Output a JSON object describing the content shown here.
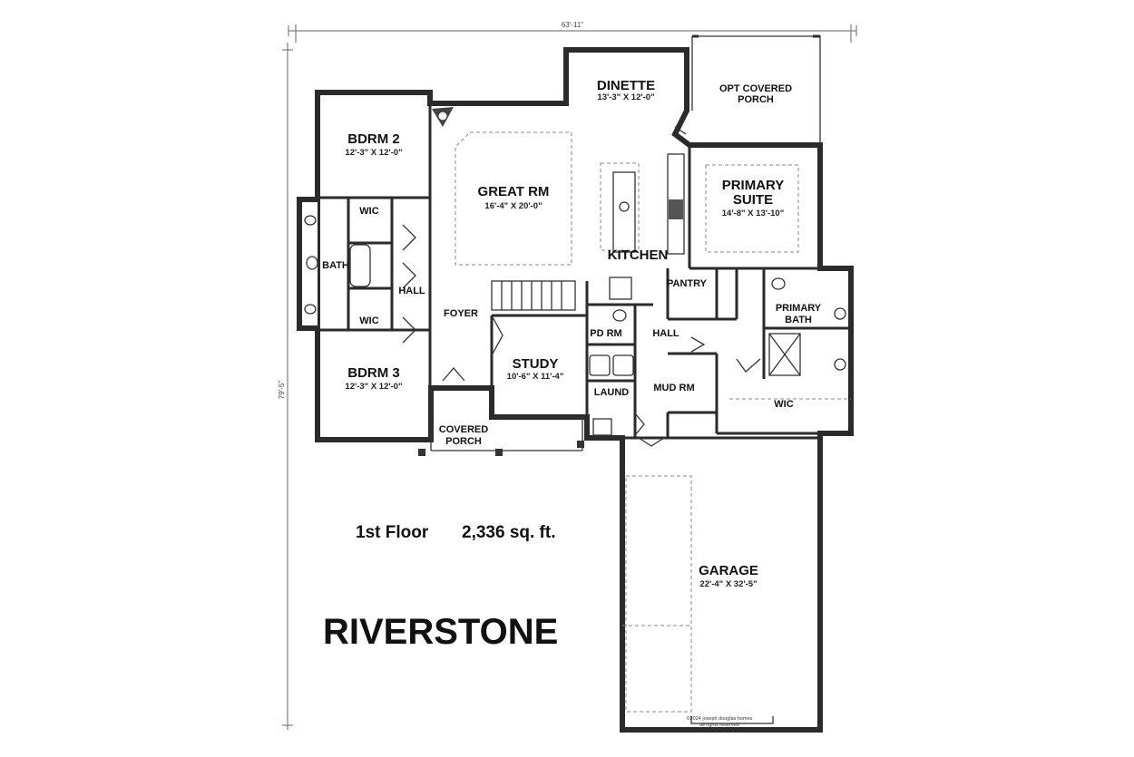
{
  "dimensions": {
    "width_label": "63'-11\"",
    "depth_label": "79'-5\""
  },
  "rooms": {
    "bdrm2": {
      "name": "BDRM 2",
      "size": "12'-3\" X 12'-0\""
    },
    "bdrm3": {
      "name": "BDRM 3",
      "size": "12'-3\" X 12'-0\""
    },
    "wic_upper": {
      "name": "WIC"
    },
    "wic_lower": {
      "name": "WIC"
    },
    "bath": {
      "name": "BATH"
    },
    "hall_left": {
      "name": "HALL"
    },
    "great_rm": {
      "name": "GREAT RM",
      "size": "16'-4\" X 20'-0\""
    },
    "dinette": {
      "name": "DINETTE",
      "size": "13'-3\" X 12'-0\""
    },
    "opt_porch": {
      "line1": "OPT COVERED",
      "line2": "PORCH"
    },
    "primary_suite": {
      "line1": "PRIMARY",
      "line2": "SUITE",
      "size": "14'-8\" X 13'-10\""
    },
    "kitchen": {
      "name": "KITCHEN"
    },
    "foyer": {
      "name": "FOYER"
    },
    "pantry": {
      "name": "PANTRY"
    },
    "primary_bath": {
      "line1": "PRIMARY",
      "line2": "BATH"
    },
    "pd_rm": {
      "name": "PD RM"
    },
    "hall_mid": {
      "name": "HALL"
    },
    "study": {
      "name": "STUDY",
      "size": "10'-6\" X 11'-4\""
    },
    "laund": {
      "name": "LAUND"
    },
    "mud_rm": {
      "name": "MUD RM"
    },
    "wic_primary": {
      "name": "WIC"
    },
    "covered_porch": {
      "line1": "COVERED",
      "line2": "PORCH"
    },
    "garage": {
      "name": "GARAGE",
      "size": "22'-4\" X 32'-5\""
    }
  },
  "floor": {
    "label": "1st Floor",
    "area": "2,336 sq. ft."
  },
  "brand": {
    "name": "RIVERSTONE"
  },
  "credit": {
    "line1": "©2024 joseph douglas homes",
    "line2": "all rights reserved"
  }
}
